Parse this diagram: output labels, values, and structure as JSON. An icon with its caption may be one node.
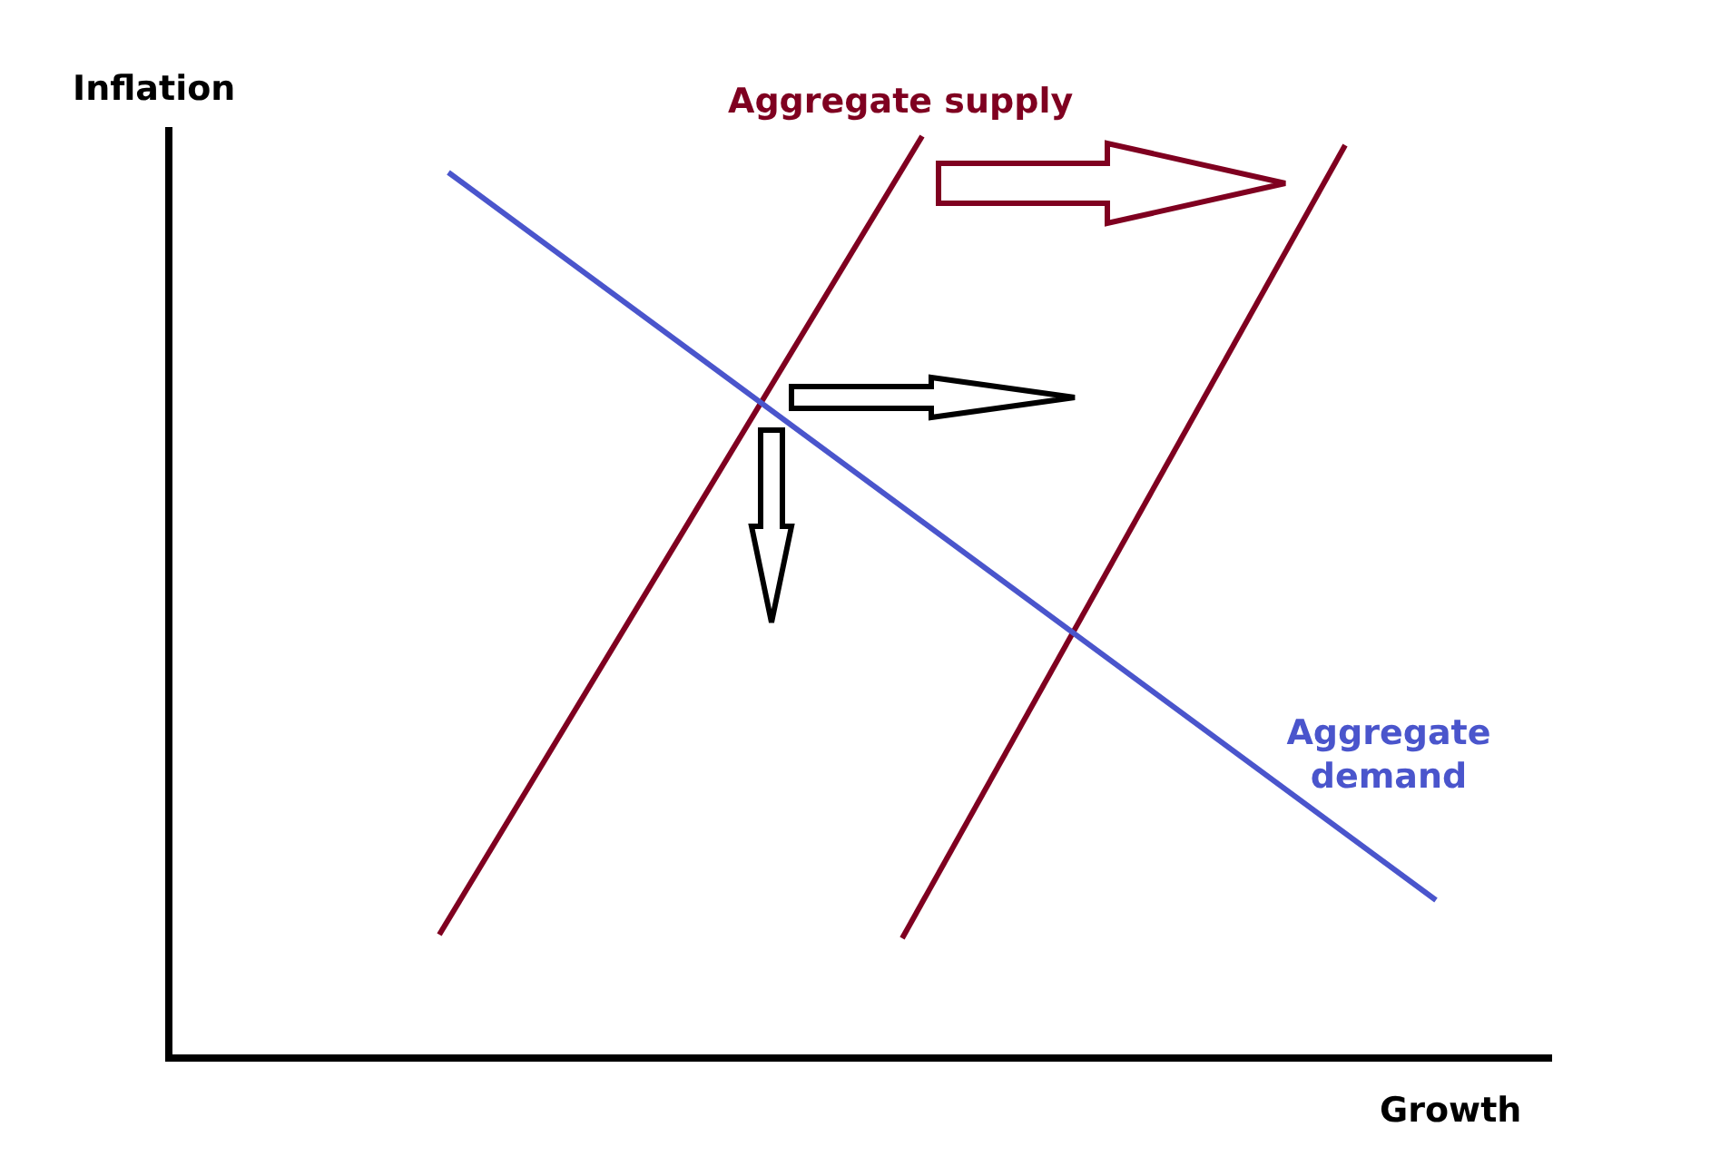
{
  "diagram": {
    "labels": [
      "Inflation",
      "Aggregate supply",
      "Aggregate demand",
      "Growth"
    ]
  }
}
